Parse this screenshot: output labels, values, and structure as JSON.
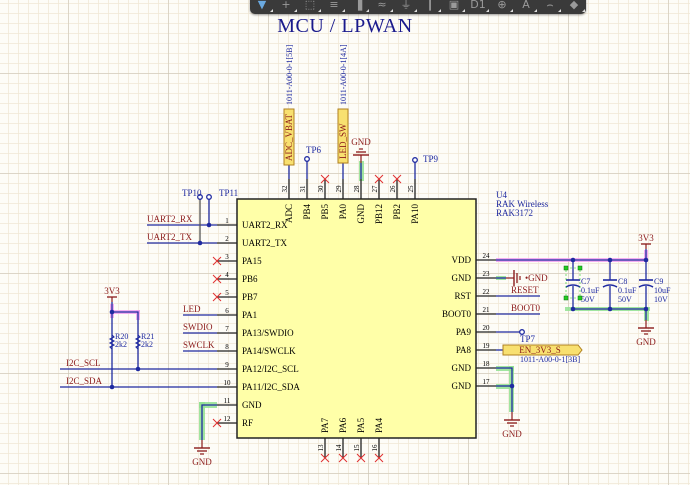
{
  "toolbar": {
    "tools": [
      {
        "icon": "filter-icon",
        "glyph": "▼",
        "active": true
      },
      {
        "icon": "crosshair-icon",
        "glyph": "+"
      },
      {
        "icon": "select-rect-icon",
        "glyph": "⬚"
      },
      {
        "icon": "align-icon",
        "glyph": "≡"
      },
      {
        "icon": "component-icon",
        "glyph": "▐"
      },
      {
        "icon": "wire-icon",
        "glyph": "≈"
      },
      {
        "icon": "ground-icon",
        "glyph": "⏚"
      },
      {
        "icon": "bus-icon",
        "glyph": "┃"
      },
      {
        "icon": "sheet-symbol-icon",
        "glyph": "▣"
      },
      {
        "icon": "port-icon",
        "glyph": "D1"
      },
      {
        "icon": "power-port-icon",
        "glyph": "⊕"
      },
      {
        "icon": "text-icon",
        "glyph": "A"
      },
      {
        "icon": "arc-icon",
        "glyph": "⌢"
      },
      {
        "icon": "shape-icon",
        "glyph": "◆"
      }
    ]
  },
  "sheet": {
    "title": "MCU / LPWAN"
  },
  "colors": {
    "wire": "#1f2aa0",
    "pin": "#222222",
    "chip_fill": "#ffffa8",
    "chip_stroke": "#222222",
    "net_label": "#8b1a1a",
    "power": "#8b1a1a",
    "designator": "#1f2aa0",
    "nc_mark": "#e03030",
    "highlight_pink": "#f0a0f0",
    "highlight_green": "#90e090",
    "port_fill": "#f8e070",
    "port_stroke": "#b08020"
  },
  "chip": {
    "designator": "U4",
    "manufacturer": "RAK Wireless",
    "part": "RAK3172",
    "left_pins": [
      {
        "num": "1",
        "name": "UART2_RX",
        "nc": false
      },
      {
        "num": "2",
        "name": "UART2_TX",
        "nc": false
      },
      {
        "num": "3",
        "name": "PA15",
        "nc": true
      },
      {
        "num": "4",
        "name": "PB6",
        "nc": true
      },
      {
        "num": "5",
        "name": "PB7",
        "nc": true
      },
      {
        "num": "6",
        "name": "PA1",
        "nc": false
      },
      {
        "num": "7",
        "name": "PA13/SWDIO",
        "nc": false
      },
      {
        "num": "8",
        "name": "PA14/SWCLK",
        "nc": false
      },
      {
        "num": "9",
        "name": "PA12/I2C_SCL",
        "nc": false
      },
      {
        "num": "10",
        "name": "PA11/I2C_SDA",
        "nc": false
      },
      {
        "num": "11",
        "name": "GND",
        "nc": false
      },
      {
        "num": "12",
        "name": "RF",
        "nc": true
      }
    ],
    "right_pins": [
      {
        "num": "24",
        "name": "VDD",
        "nc": false
      },
      {
        "num": "23",
        "name": "GND",
        "nc": false
      },
      {
        "num": "22",
        "name": "RST",
        "nc": false
      },
      {
        "num": "21",
        "name": "BOOT0",
        "nc": false
      },
      {
        "num": "20",
        "name": "PA9",
        "nc": false
      },
      {
        "num": "19",
        "name": "PA8",
        "nc": false
      },
      {
        "num": "18",
        "name": "GND",
        "nc": false
      },
      {
        "num": "17",
        "name": "GND",
        "nc": false
      }
    ],
    "top_pins": [
      {
        "num": "32",
        "name": "ADC",
        "nc": false
      },
      {
        "num": "31",
        "name": "PB4",
        "nc": false
      },
      {
        "num": "30",
        "name": "PB5",
        "nc": true
      },
      {
        "num": "29",
        "name": "PA0",
        "nc": false
      },
      {
        "num": "28",
        "name": "GND",
        "nc": false
      },
      {
        "num": "27",
        "name": "PB12",
        "nc": true
      },
      {
        "num": "26",
        "name": "PB2",
        "nc": true
      },
      {
        "num": "25",
        "name": "PA10",
        "nc": false
      }
    ],
    "bottom_pins": [
      {
        "num": "13",
        "name": "PA7",
        "nc": true
      },
      {
        "num": "14",
        "name": "PA6",
        "nc": true
      },
      {
        "num": "15",
        "name": "PA5",
        "nc": true
      },
      {
        "num": "16",
        "name": "PA4",
        "nc": true
      }
    ]
  },
  "net_labels": {
    "uart_rx": "UART2_RX",
    "uart_tx": "UART2_TX",
    "led": "LED",
    "swdio": "SWDIO",
    "swclk": "SWCLK",
    "i2c_scl": "I2C_SCL",
    "i2c_sda": "I2C_SDA",
    "reset": "RESET",
    "boot0": "BOOT0"
  },
  "test_points": {
    "tp6": "TP6",
    "tp7": "TP7",
    "tp9": "TP9",
    "tp10": "TP10",
    "tp11": "TP11"
  },
  "ports": {
    "adc_vbat": {
      "label": "ADC_VBAT",
      "ref": "1011-A00-0-1[5B]"
    },
    "led_sw": {
      "label": "LED_SW",
      "ref": "1011-A00-0-1[4A]"
    },
    "en_3v3": {
      "label": "EN_3V3_S",
      "ref": "1011-A00-0-1[3B]"
    }
  },
  "power": {
    "gnd": "GND",
    "v33": "3V3"
  },
  "resistors": [
    {
      "ref": "R20",
      "value": "2k2"
    },
    {
      "ref": "R21",
      "value": "2k2"
    }
  ],
  "capacitors": [
    {
      "ref": "C7",
      "value": "0.1uF",
      "voltage": "50V"
    },
    {
      "ref": "C8",
      "value": "0.1uF",
      "voltage": "50V"
    },
    {
      "ref": "C9",
      "value": "10uF",
      "voltage": "10V"
    }
  ]
}
